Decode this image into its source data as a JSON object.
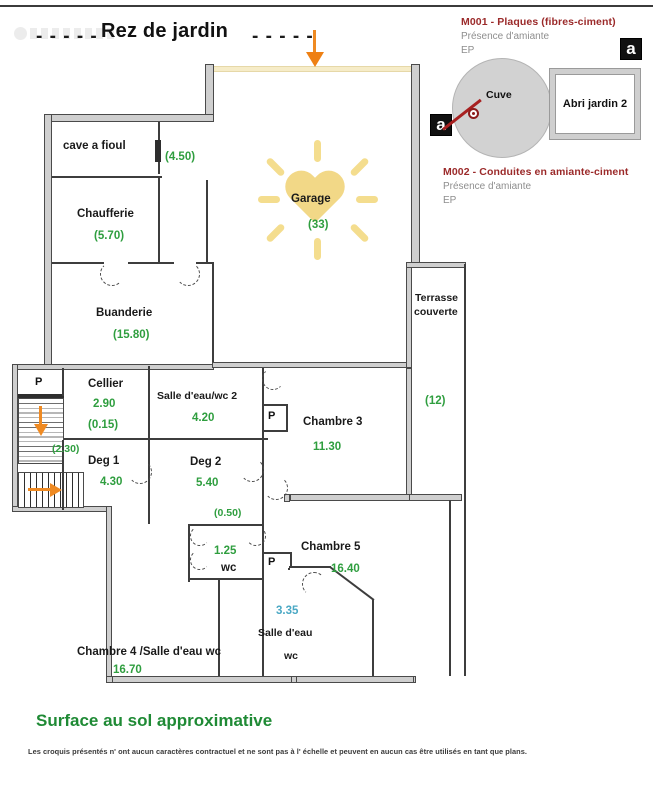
{
  "header": {
    "dash_left": "- - - - -",
    "title": "Rez de jardin",
    "dash_right": "- - - - -",
    "watermark": "site-watermark"
  },
  "legend": {
    "m001": {
      "title": "M001 - Plaques (fibres-ciment)",
      "line1": "Présence d'amiante",
      "line2": "EP"
    },
    "m002": {
      "title": "M002 - Conduites en amiante-ciment",
      "line1": "Présence d'amiante",
      "line2": "EP"
    },
    "cuve_label": "Cuve",
    "abri_label": "Abri jardin 2",
    "asbestos_marker": "a",
    "accent_red": "#9b2a2a",
    "subtitle_gray": "#8e8e8e"
  },
  "rooms": [
    {
      "name": "cave a fioul",
      "area": "(4.50)",
      "area_pos": "right"
    },
    {
      "name": "Chaufferie",
      "area": "(5.70)"
    },
    {
      "name": "Buanderie",
      "area": "(15.80)"
    },
    {
      "name": "Garage",
      "area": "(33)"
    },
    {
      "name": "Cellier",
      "area": "2.90",
      "area2": "(0.15)"
    },
    {
      "name": "Salle d'eau/wc 2",
      "area": "4.20"
    },
    {
      "name": "Deg 1",
      "area": "4.30",
      "area2": "(2.30)"
    },
    {
      "name": "Deg 2",
      "area": "5.40",
      "area2": "(0.50)"
    },
    {
      "name": "Chambre 3",
      "area": "11.30"
    },
    {
      "name": "Terrasse couverte",
      "area": "(12)"
    },
    {
      "name": "wc",
      "area": "1.25"
    },
    {
      "name": "Chambre 5",
      "area": "16.40"
    },
    {
      "name": "Salle d'eau wc",
      "area": "3.35"
    },
    {
      "name": "Chambre 4 /Salle d'eau wc",
      "area": "16.70"
    }
  ],
  "labels": {
    "cave_fioul": "cave a fioul",
    "cave_fioul_area": "(4.50)",
    "chaufferie": "Chaufferie",
    "chaufferie_area": "(5.70)",
    "buanderie": "Buanderie",
    "buanderie_area": "(15.80)",
    "garage": "Garage",
    "garage_area": "(33)",
    "cellier": "Cellier",
    "cellier_area": "2.90",
    "cellier_area2": "(0.15)",
    "salle_eau_wc2": "Salle d'eau/wc 2",
    "salle_eau_wc2_area": "4.20",
    "deg1": "Deg 1",
    "deg1_area": "4.30",
    "deg1_area2": "(2.30)",
    "deg2": "Deg 2",
    "deg2_area": "5.40",
    "deg2_area2": "(0.50)",
    "chambre3": "Chambre 3",
    "chambre3_area": "11.30",
    "terrasse_l1": "Terrasse",
    "terrasse_l2": "couverte",
    "terrasse_area": "(12)",
    "wc_area": "1.25",
    "wc": "wc",
    "chambre5": "Chambre 5",
    "chambre5_area": "16.40",
    "salle_eau_area": "3.35",
    "salle_eau_l1": "Salle d'eau",
    "salle_eau_l2": "wc",
    "chambre4": "Chambre 4 /Salle d'eau wc",
    "chambre4_area": "16.70",
    "p1": "P",
    "p2": "P",
    "p3": "P"
  },
  "footer": {
    "title": "Surface au sol approximative",
    "note": "Les croquis présentés n' ont aucun caractères contractuel et ne sont pas à l' échelle et peuvent en aucun cas être utilisés en tant que plans."
  },
  "colors": {
    "area_green": "#2f9e3f",
    "area_blue": "#4aa8c4",
    "wall_fill": "#cfcfcf",
    "wall_stroke": "#4a4a4a",
    "arrow_orange": "#ee8013",
    "heart_yellow": "#f2d887",
    "door_opening": "#f6ecc8",
    "footer_green": "#1f8a35"
  }
}
